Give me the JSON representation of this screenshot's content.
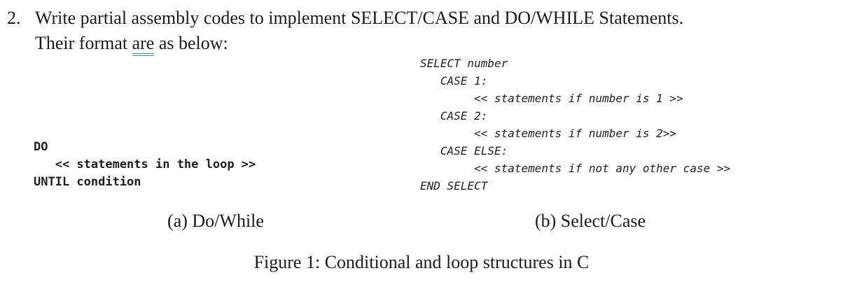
{
  "question": {
    "number": "2.",
    "line1": "Write partial assembly codes to implement SELECT/CASE and DO/WHILE Statements.",
    "line2_prefix": "Their format ",
    "line2_underlined": "are",
    "line2_suffix": " as below:"
  },
  "code_do_while": {
    "lines": [
      "DO",
      "   << statements in the loop >>",
      "UNTIL condition"
    ]
  },
  "code_select_case": {
    "lines": [
      "SELECT number",
      "   CASE 1:",
      "        << statements if number is 1 >>",
      "   CASE 2:",
      "        << statements if number is 2>>",
      "   CASE ELSE:",
      "        << statements if not any other case >>",
      "END SELECT"
    ]
  },
  "captions": {
    "a": "(a) Do/While",
    "b": "(b) Select/Case",
    "figure": "Figure 1: Conditional and loop structures in C"
  },
  "colors": {
    "background": "#ffffff",
    "text": "#1b1b1b",
    "grammar_underline": "#4a7fc1"
  }
}
